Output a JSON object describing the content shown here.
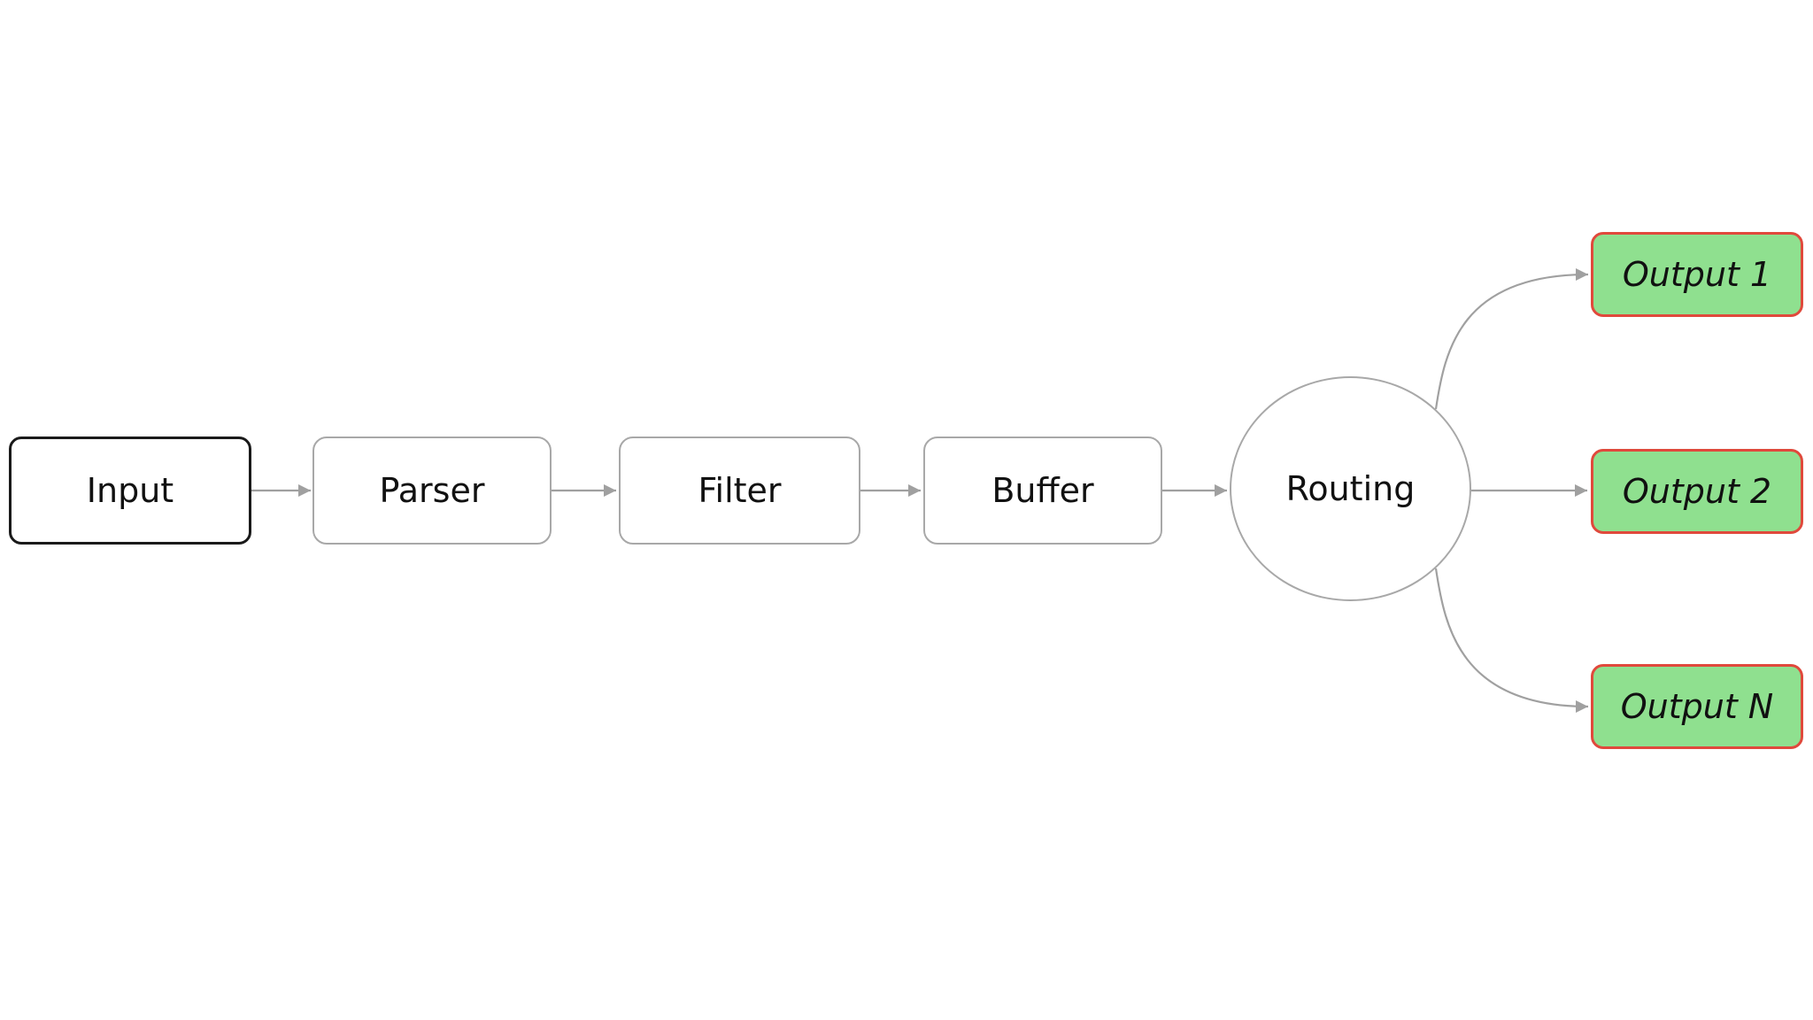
{
  "diagram": {
    "type": "flowchart",
    "direction": "left-to-right",
    "nodes": [
      {
        "id": "input",
        "label": "Input",
        "shape": "rounded-rect",
        "variant": "input-stage"
      },
      {
        "id": "parser",
        "label": "Parser",
        "shape": "rounded-rect",
        "variant": "stage"
      },
      {
        "id": "filter",
        "label": "Filter",
        "shape": "rounded-rect",
        "variant": "stage"
      },
      {
        "id": "buffer",
        "label": "Buffer",
        "shape": "rounded-rect",
        "variant": "stage"
      },
      {
        "id": "routing",
        "label": "Routing",
        "shape": "circle",
        "variant": "router"
      },
      {
        "id": "output1",
        "label": "Output 1",
        "shape": "rounded-rect",
        "variant": "output"
      },
      {
        "id": "output2",
        "label": "Output 2",
        "shape": "rounded-rect",
        "variant": "output"
      },
      {
        "id": "outputN",
        "label": "Output N",
        "shape": "rounded-rect",
        "variant": "output"
      }
    ],
    "edges": [
      {
        "from": "input",
        "to": "parser",
        "style": "straight"
      },
      {
        "from": "parser",
        "to": "filter",
        "style": "straight"
      },
      {
        "from": "filter",
        "to": "buffer",
        "style": "straight"
      },
      {
        "from": "buffer",
        "to": "routing",
        "style": "straight"
      },
      {
        "from": "routing",
        "to": "output1",
        "style": "curved"
      },
      {
        "from": "routing",
        "to": "output2",
        "style": "straight"
      },
      {
        "from": "routing",
        "to": "outputN",
        "style": "curved"
      }
    ],
    "colors": {
      "background": "#ffffff",
      "node-border": "#a8a8a8",
      "input-border": "#1a1a1a",
      "output-fill": "#8fe08f",
      "output-border": "#e0493c",
      "arrow": "#a0a0a0",
      "text": "#111111"
    }
  }
}
